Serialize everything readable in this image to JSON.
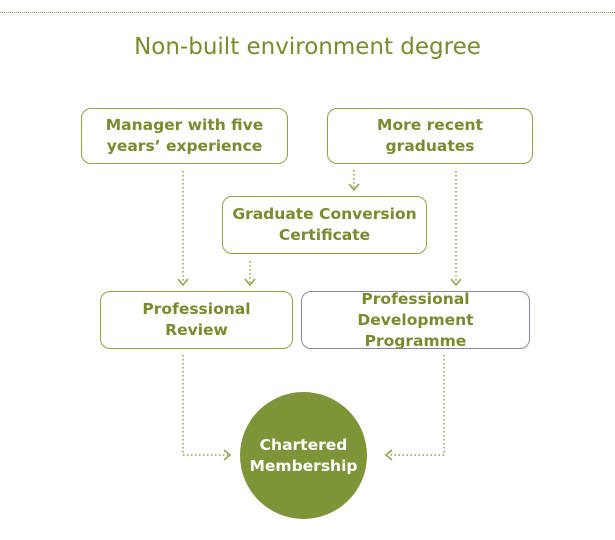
{
  "title": "Non-built environment degree",
  "nodes": {
    "manager": "Manager with five years’ experience",
    "recent": "More recent graduates",
    "conversion": "Graduate Conversion Certificate",
    "review": "Professional Review",
    "development": "Professional Development Programme",
    "membership": "Chartered Membership"
  },
  "colors": {
    "accent": "#7a8a2e",
    "circle_fill": "#7d9438",
    "purple_border": "#8a86a8"
  }
}
